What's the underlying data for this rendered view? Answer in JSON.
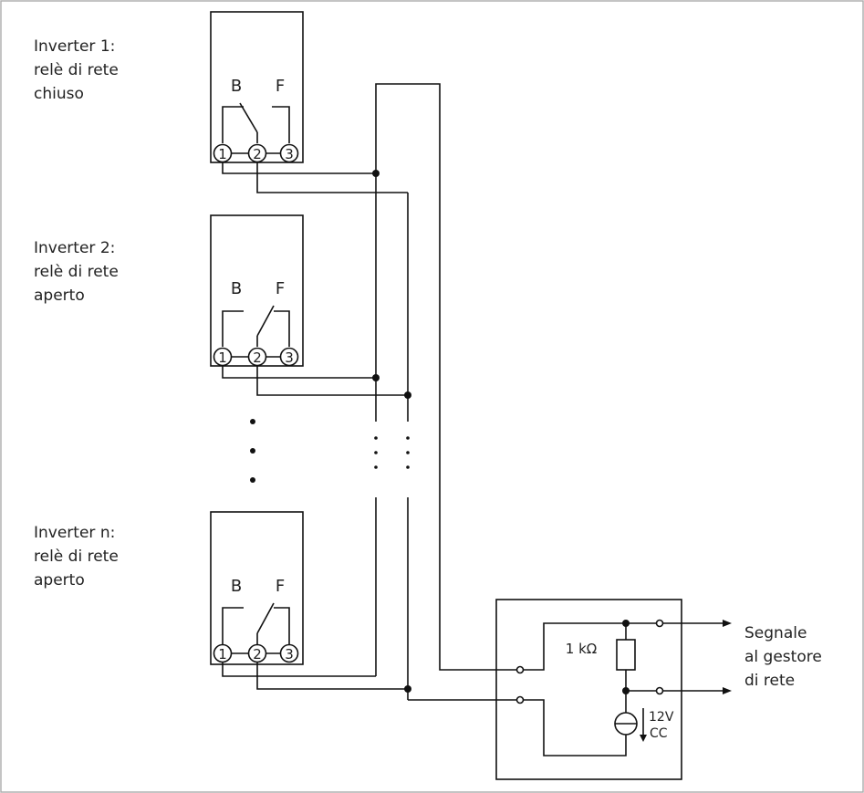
{
  "inverters": [
    {
      "label_line1": "Inverter 1:",
      "label_line2": "relè di rete",
      "label_line3": "chiuso",
      "relay_state": "closed"
    },
    {
      "label_line1": "Inverter 2:",
      "label_line2": "relè di rete",
      "label_line3": "aperto",
      "relay_state": "open"
    },
    {
      "label_line1": "Inverter n:",
      "label_line2": "relè di rete",
      "label_line3": "aperto",
      "relay_state": "open"
    }
  ],
  "contact_labels": {
    "b": "B",
    "f": "F"
  },
  "terminal_labels": [
    "1",
    "2",
    "3"
  ],
  "control": {
    "resistor_label": "1 kΩ",
    "source_voltage": "12V",
    "source_type": "CC"
  },
  "output": {
    "line1": "Segnale",
    "line2": "al gestore",
    "line3": "di rete"
  }
}
